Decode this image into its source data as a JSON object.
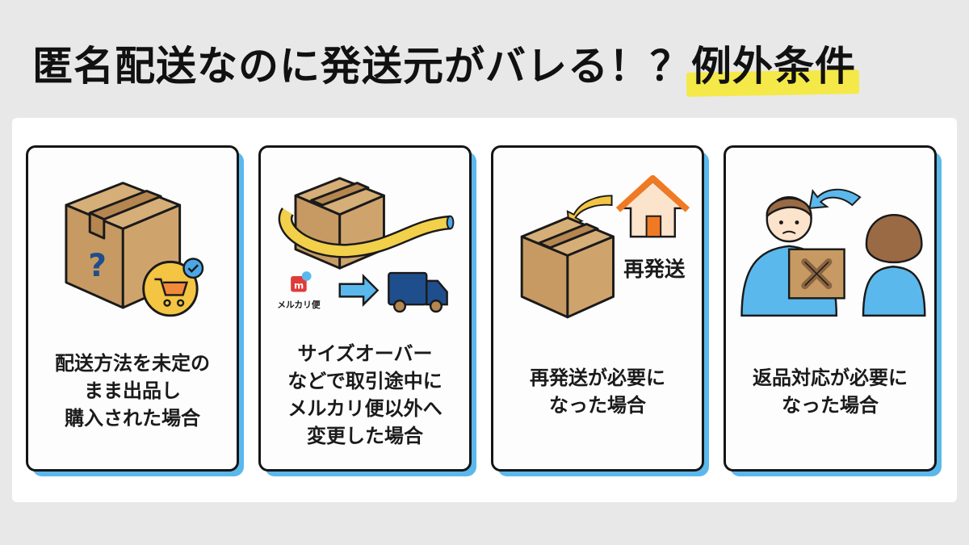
{
  "header": {
    "title_main": "匿名配送なのに発送元がバレる！？",
    "title_highlight": "例外条件",
    "highlight_color": "#f5e94a"
  },
  "colors": {
    "background": "#e8e8e8",
    "panel": "#ffffff",
    "card_border": "#151515",
    "card_shadow": "#5bb8ec",
    "box_brown": "#c9a06a"
  },
  "cards": [
    {
      "illustration": "box-with-question-and-cart-icon",
      "caption_lines": [
        "配送方法を未定の",
        "まま出品し",
        "購入された場合"
      ]
    },
    {
      "illustration": "box-measuring-tape-mercari-to-truck-icon",
      "logo_label": "メルカリ便",
      "caption_lines": [
        "サイズオーバー",
        "などで取引途中に",
        "メルカリ便以外へ",
        "変更した場合"
      ]
    },
    {
      "illustration": "box-house-reship-icon",
      "badge_label": "再発送",
      "caption_lines": [
        "再発送が必要に",
        "なった場合"
      ]
    },
    {
      "illustration": "return-people-box-icon",
      "caption_lines": [
        "返品対応が必要に",
        "なった場合"
      ]
    }
  ]
}
